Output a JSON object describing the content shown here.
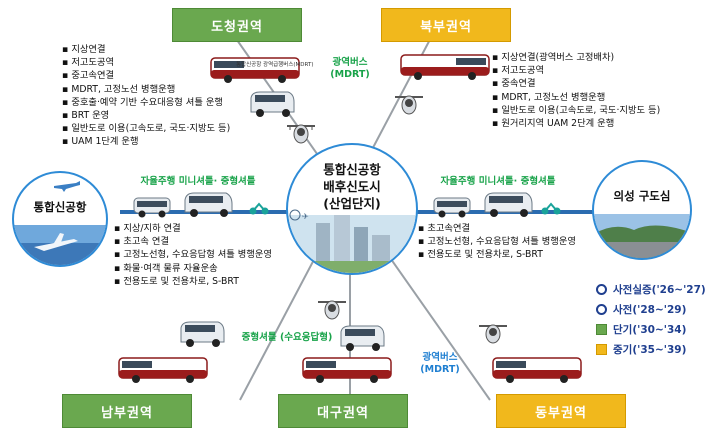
{
  "regions": {
    "dochung": "도청권역",
    "bukbu": "북부권역",
    "nambu": "남부권역",
    "daegu": "대구권역",
    "dongbu": "동부권역"
  },
  "center": {
    "line1": "통합신공항",
    "line2": "배후신도시",
    "line3": "(산업단지)"
  },
  "airport": {
    "title": "통합신공항"
  },
  "uiseong": {
    "title": "의성 구도심"
  },
  "labels": {
    "autonomous_left": "자율주행 미니셔틀· 중형셔틀",
    "autonomous_right": "자율주행 미니셔틀· 중형셔틀",
    "mdrt_top": "광역버스\n(MDRT)",
    "mdrt_bottom": "광역버스\n(MDRT)",
    "demand_shuttle": "중형셔틀 (수요응답형)",
    "bus_text": "통합신공항 광역급행버스(MDRT)"
  },
  "dochung_items": [
    "지상연결",
    "저고도공역",
    "중고속연결",
    "MDRT, 고정노선 병행운행",
    "중호출·예약 기반 수요대응형 셔틀 운행",
    "BRT 운영",
    "일반도로 이용(고속도로, 국도·지방도 등)",
    "UAM 1단계 운행"
  ],
  "bukbu_items": [
    "지상연결(광역버스 고정배차)",
    "저고도공역",
    "중속연결",
    "MDRT, 고정노선 병행운행",
    "일반도로 이용(고속도로, 국도·지방도 등)",
    "원거리지역 UAM 2단계 운행"
  ],
  "airport_items": [
    "지상/지하 연결",
    "초고속 연결",
    "고정노선형, 수요응답형 셔틀 병행운영",
    "화물·여객 물류 자율운송",
    "전용도로 및 전용차로, S-BRT"
  ],
  "uiseong_items": [
    "초고속연결",
    "고정노선형, 수요응답형 셔틀 병행운영",
    "전용도로 및 전용차로, S-BRT"
  ],
  "legend": [
    {
      "label": "사전실증('26~'27)",
      "kind": "circle",
      "color": "#1f3f8f"
    },
    {
      "label": "사전('28~'29)",
      "kind": "circle",
      "color": "#1f3f8f"
    },
    {
      "label": "단기('30~'34)",
      "kind": "square",
      "color": "#6aa84f"
    },
    {
      "label": "중기('35~'39)",
      "kind": "square",
      "color": "#f1b81c"
    }
  ]
}
